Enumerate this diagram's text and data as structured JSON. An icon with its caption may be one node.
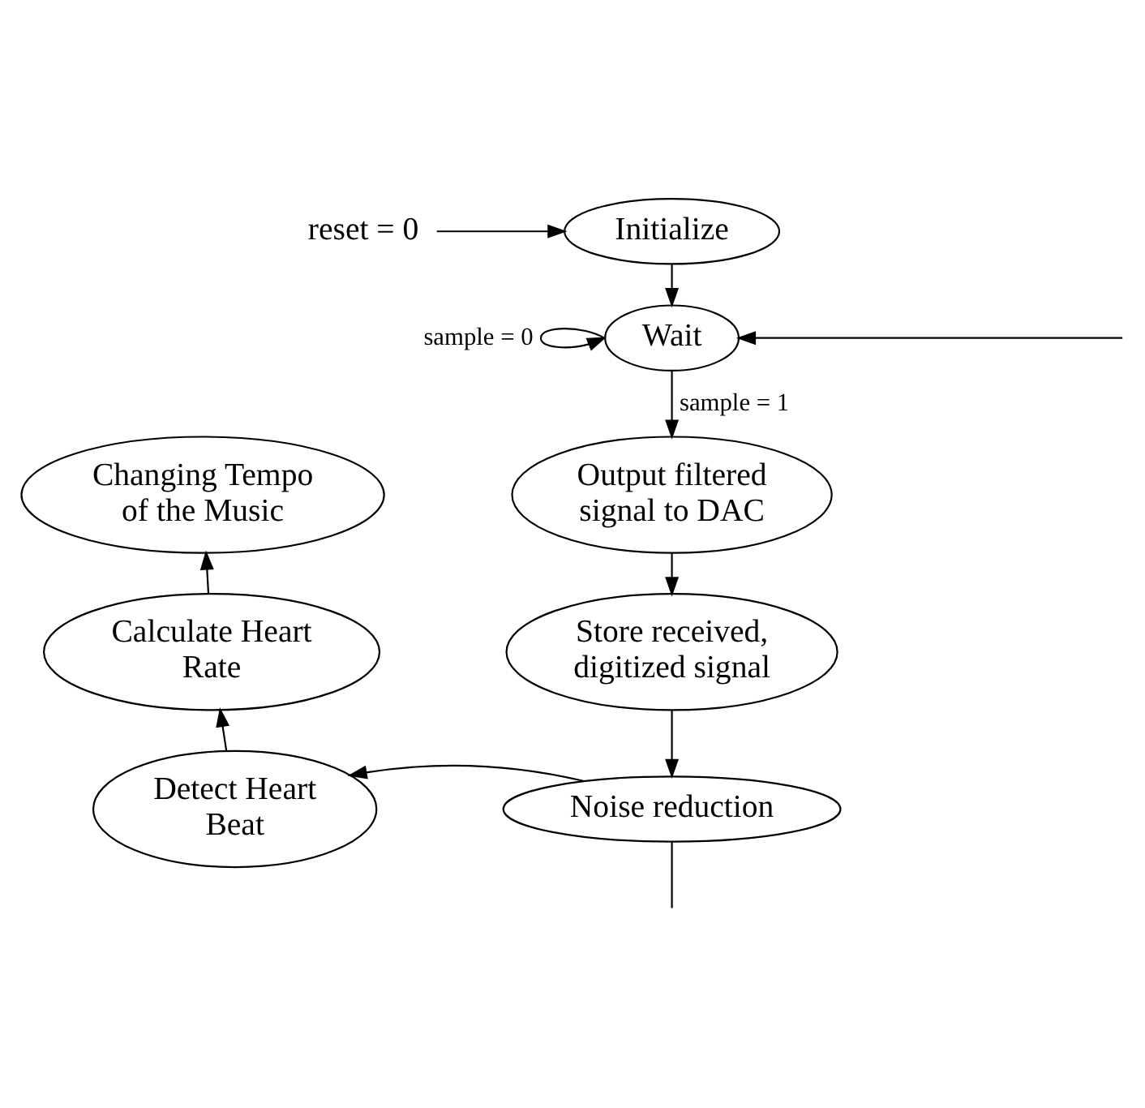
{
  "diagram": {
    "nodes": [
      {
        "text": [
          "Initialize"
        ]
      },
      {
        "text": [
          "Wait"
        ]
      },
      {
        "text": [
          "Output filtered signal to DAC"
        ]
      },
      {
        "text": [
          "Store received, digitized signal"
        ]
      },
      {
        "text": [
          "Noise reduction"
        ]
      },
      {
        "text": [
          "Detect Heart Beat"
        ]
      },
      {
        "text": [
          "Calculate Heart Rate"
        ]
      },
      {
        "text": [
          "Changing Tempo of the Music"
        ]
      },
      {
        "text": [
          "reset = 0"
        ]
      }
    ],
    "edges": [
      {
        "from": 8,
        "to": 0,
        "arrow": "to"
      },
      {
        "from": 0,
        "to": 1,
        "arrow": "to"
      },
      {
        "from": 1,
        "to": 1,
        "arrow": "to",
        "label": "sample = 0"
      },
      {
        "from": null,
        "to": 1,
        "arrow": "to"
      },
      {
        "from": 1,
        "to": 2,
        "arrow": "to",
        "label": "sample = 1"
      },
      {
        "from": 2,
        "to": 3,
        "arrow": "to"
      },
      {
        "from": 3,
        "to": 4,
        "arrow": "to"
      },
      {
        "from": 4,
        "to": 5,
        "arrow": "to"
      },
      {
        "from": 5,
        "to": 6,
        "arrow": "to"
      },
      {
        "from": 6,
        "to": 7,
        "arrow": "to"
      },
      {
        "from": 4,
        "to": null,
        "arrow": "none"
      }
    ]
  }
}
